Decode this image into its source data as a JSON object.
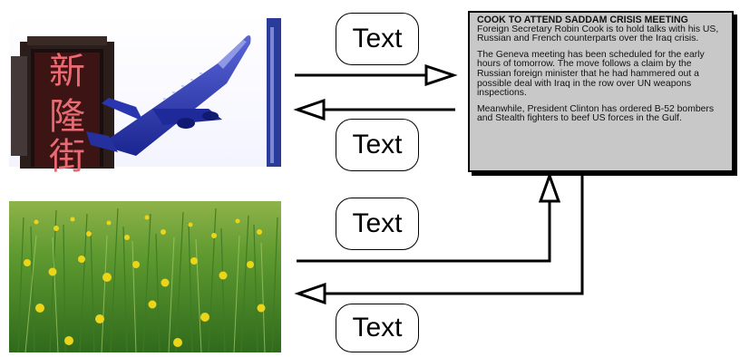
{
  "labels": {
    "top_right": "Text",
    "mid_upper": "Text",
    "mid_lower": "Text",
    "bottom": "Text"
  },
  "sign": {
    "chars": [
      "新",
      "隆",
      "街"
    ]
  },
  "article": {
    "headline": "COOK TO ATTEND SADDAM CRISIS MEETING",
    "paragraphs": [
      "Foreign Secretary Robin Cook is to hold talks with his US, Russian and French counterparts over the Iraq crisis.",
      "The Geneva meeting has been scheduled for the early hours of tomorrow. The move follows a claim by the Russian foreign minister that he had hammered out a possible deal with Iraq in the row over UN weapons inspections.",
      "Meanwhile, President Clinton has ordered B-52 bombers and Stealth fighters to beef US forces in the Gulf."
    ]
  },
  "colors": {
    "news_bg": "#c8c8c8",
    "sign_text": "#e8606a",
    "plane": "#2431a8",
    "grass": "#4f8a2a",
    "flower": "#e8d21a"
  }
}
